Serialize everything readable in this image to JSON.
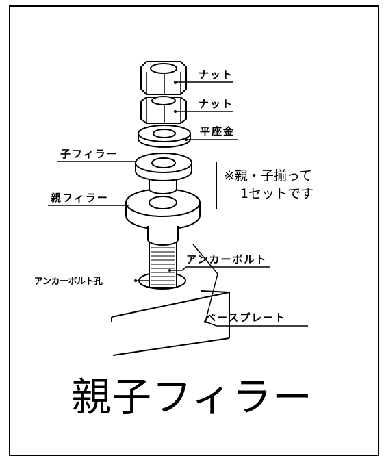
{
  "labels": {
    "nut_1": "ナット",
    "nut_2": "ナット",
    "flat_washer": "平座金",
    "child_filler": "子フィラー",
    "parent_filler": "親フィラー",
    "anchor_bolt": "アンカーボルト",
    "anchor_bolt_hole": "アンカーボルト孔",
    "base_plate": "ベースプレート"
  },
  "note": {
    "line1": "※親・子揃って",
    "line2": "1セットです"
  },
  "title": "親子フィラー"
}
